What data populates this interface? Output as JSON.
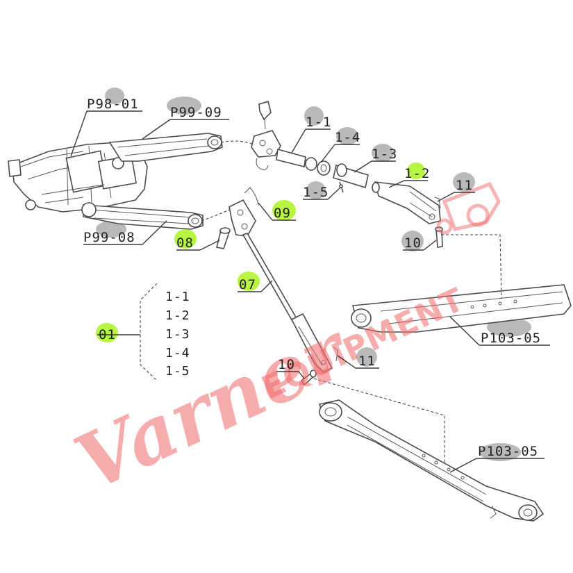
{
  "labels": {
    "p98_01": "P98-01",
    "p99_09": "P99-09",
    "p99_08": "P99-08",
    "l1_1": "1-1",
    "l1_4": "1-4",
    "l1_3": "1-3",
    "l1_2": "1-2",
    "l1_5": "1-5",
    "l11_top": "11",
    "l09": "09",
    "l08": "08",
    "l07": "07",
    "l10_top": "10",
    "l10_bottom": "10",
    "l11_bottom": "11",
    "p103_05_top": "P103-05",
    "p103_05_bottom": "P103-05",
    "l01": "01"
  },
  "kit_list": {
    "items": [
      "1-1",
      "1-2",
      "1-3",
      "1-4",
      "1-5"
    ]
  },
  "watermark": {
    "script": "Varner",
    "word": "EQUIPMENT"
  },
  "colors": {
    "highlight_grey": "#b9b9b9",
    "highlight_green": "#b7f542",
    "watermark": "#f06a6a"
  }
}
